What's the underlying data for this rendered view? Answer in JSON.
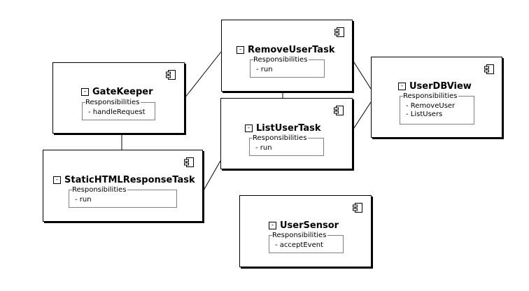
{
  "diagram": {
    "components": [
      {
        "id": "gatekeeper",
        "title": "GateKeeper",
        "section_label": "Responsibilities",
        "items": [
          "- handleRequest"
        ],
        "icon": "component-icon",
        "toggle": "-"
      },
      {
        "id": "static-html",
        "title": "StaticHTMLResponseTask",
        "section_label": "Responsibilities",
        "items": [
          "- run"
        ],
        "icon": "component-icon",
        "toggle": "-"
      },
      {
        "id": "remove-user",
        "title": "RemoveUserTask",
        "section_label": "Responsibilities",
        "items": [
          "- run"
        ],
        "icon": "component-icon",
        "toggle": "-"
      },
      {
        "id": "list-user",
        "title": "ListUserTask",
        "section_label": "Responsibilities",
        "items": [
          "- run"
        ],
        "icon": "component-icon",
        "toggle": "-"
      },
      {
        "id": "user-db-view",
        "title": "UserDBView",
        "section_label": "Responsibilities",
        "items": [
          "- RemoveUser",
          "- ListUsers"
        ],
        "icon": "component-icon",
        "toggle": "-"
      },
      {
        "id": "user-sensor",
        "title": "UserSensor",
        "section_label": "Responsibilities",
        "items": [
          "- acceptEvent"
        ],
        "icon": "component-icon",
        "toggle": "-"
      }
    ],
    "connections": [
      {
        "from": "gatekeeper",
        "to": "remove-user"
      },
      {
        "from": "gatekeeper",
        "to": "static-html"
      },
      {
        "from": "remove-user",
        "to": "list-user"
      },
      {
        "from": "remove-user",
        "to": "user-db-view"
      },
      {
        "from": "list-user",
        "to": "user-db-view"
      },
      {
        "from": "static-html",
        "to": "list-user"
      }
    ]
  }
}
